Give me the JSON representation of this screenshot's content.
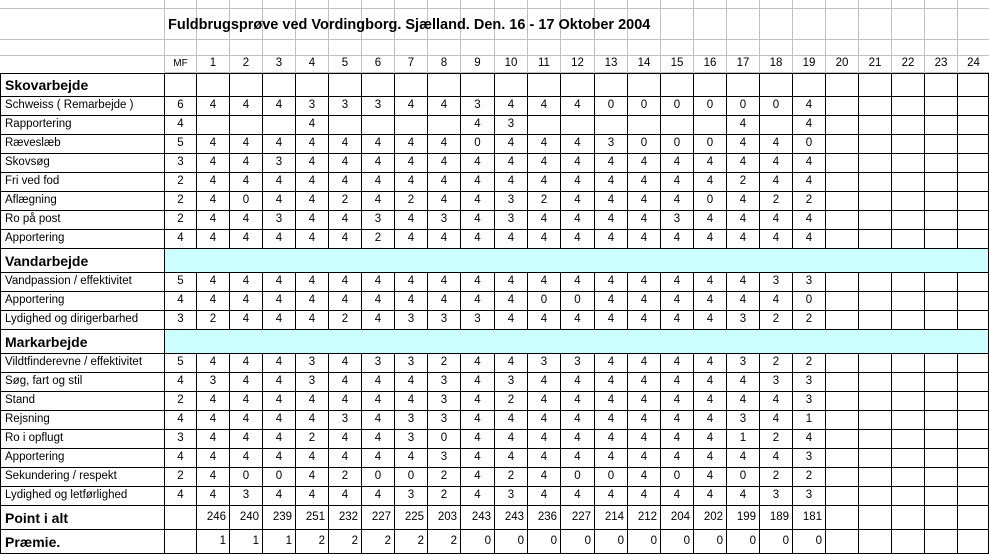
{
  "title": "Fuldbrugsprøve ved Vordingborg. Sjælland. Den. 16 - 17 Oktober 2004",
  "columns": [
    "MF",
    "1",
    "2",
    "3",
    "4",
    "5",
    "6",
    "7",
    "8",
    "9",
    "10",
    "11",
    "12",
    "13",
    "14",
    "15",
    "16",
    "17",
    "18",
    "19",
    "20",
    "21",
    "22",
    "23",
    "24"
  ],
  "sections": [
    {
      "name": "Skovarbejde",
      "rows": [
        {
          "label": "Schweiss ( Remarbejde )",
          "values": [
            "6",
            "4",
            "4",
            "4",
            "3",
            "3",
            "3",
            "4",
            "4",
            "3",
            "4",
            "4",
            "4",
            "0",
            "0",
            "0",
            "0",
            "0",
            "0",
            "4"
          ]
        },
        {
          "label": "Rapportering",
          "values": [
            "4",
            "",
            "",
            "",
            "4",
            "",
            "",
            "",
            "",
            "4",
            "3",
            "",
            "",
            "",
            "",
            "",
            "",
            "4",
            "",
            "4"
          ]
        },
        {
          "label": "Ræveslæb",
          "values": [
            "5",
            "4",
            "4",
            "4",
            "4",
            "4",
            "4",
            "4",
            "4",
            "0",
            "4",
            "4",
            "4",
            "3",
            "0",
            "0",
            "0",
            "4",
            "4",
            "0"
          ]
        },
        {
          "label": "Skovsøg",
          "values": [
            "3",
            "4",
            "4",
            "3",
            "4",
            "4",
            "4",
            "4",
            "4",
            "4",
            "4",
            "4",
            "4",
            "4",
            "4",
            "4",
            "4",
            "4",
            "4",
            "4"
          ]
        },
        {
          "label": "Fri ved fod",
          "values": [
            "2",
            "4",
            "4",
            "4",
            "4",
            "4",
            "4",
            "4",
            "4",
            "4",
            "4",
            "4",
            "4",
            "4",
            "4",
            "4",
            "4",
            "2",
            "4",
            "4"
          ]
        },
        {
          "label": "Aflægning",
          "values": [
            "2",
            "4",
            "0",
            "4",
            "4",
            "2",
            "4",
            "2",
            "4",
            "4",
            "3",
            "2",
            "4",
            "4",
            "4",
            "4",
            "0",
            "4",
            "2",
            "2"
          ]
        },
        {
          "label": "Ro på post",
          "values": [
            "2",
            "4",
            "4",
            "3",
            "4",
            "4",
            "3",
            "4",
            "3",
            "4",
            "3",
            "4",
            "4",
            "4",
            "4",
            "3",
            "4",
            "4",
            "4",
            "4"
          ]
        },
        {
          "label": "Apportering",
          "values": [
            "4",
            "4",
            "4",
            "4",
            "4",
            "4",
            "2",
            "4",
            "4",
            "4",
            "4",
            "4",
            "4",
            "4",
            "4",
            "4",
            "4",
            "4",
            "4",
            "4"
          ]
        }
      ]
    },
    {
      "name": "Vandarbejde",
      "rows": [
        {
          "label": "Vandpassion / effektivitet",
          "values": [
            "5",
            "4",
            "4",
            "4",
            "4",
            "4",
            "4",
            "4",
            "4",
            "4",
            "4",
            "4",
            "4",
            "4",
            "4",
            "4",
            "4",
            "4",
            "3",
            "3"
          ]
        },
        {
          "label": "Apportering",
          "values": [
            "4",
            "4",
            "4",
            "4",
            "4",
            "4",
            "4",
            "4",
            "4",
            "4",
            "4",
            "0",
            "0",
            "4",
            "4",
            "4",
            "4",
            "4",
            "4",
            "0"
          ]
        },
        {
          "label": "Lydighed og dirigerbarhed",
          "values": [
            "3",
            "2",
            "4",
            "4",
            "4",
            "2",
            "4",
            "3",
            "3",
            "3",
            "4",
            "4",
            "4",
            "4",
            "4",
            "4",
            "4",
            "3",
            "2",
            "2"
          ]
        }
      ]
    },
    {
      "name": "Markarbejde",
      "rows": [
        {
          "label": "Vildtfinderevne / effektivitet",
          "values": [
            "5",
            "4",
            "4",
            "4",
            "3",
            "4",
            "3",
            "3",
            "2",
            "4",
            "4",
            "3",
            "3",
            "4",
            "4",
            "4",
            "4",
            "3",
            "2",
            "2"
          ]
        },
        {
          "label": "Søg, fart og stil",
          "values": [
            "4",
            "3",
            "4",
            "4",
            "3",
            "4",
            "4",
            "4",
            "3",
            "4",
            "3",
            "4",
            "4",
            "4",
            "4",
            "4",
            "4",
            "4",
            "3",
            "3"
          ]
        },
        {
          "label": "Stand",
          "values": [
            "2",
            "4",
            "4",
            "4",
            "4",
            "4",
            "4",
            "4",
            "3",
            "4",
            "2",
            "4",
            "4",
            "4",
            "4",
            "4",
            "4",
            "4",
            "4",
            "3"
          ]
        },
        {
          "label": "Rejsning",
          "values": [
            "4",
            "4",
            "4",
            "4",
            "4",
            "3",
            "4",
            "3",
            "3",
            "4",
            "4",
            "4",
            "4",
            "4",
            "4",
            "4",
            "4",
            "3",
            "4",
            "1"
          ]
        },
        {
          "label": "Ro i opflugt",
          "values": [
            "3",
            "4",
            "4",
            "4",
            "2",
            "4",
            "4",
            "3",
            "0",
            "4",
            "4",
            "4",
            "4",
            "4",
            "4",
            "4",
            "4",
            "1",
            "2",
            "4"
          ]
        },
        {
          "label": "Apportering",
          "values": [
            "4",
            "4",
            "4",
            "4",
            "4",
            "4",
            "4",
            "4",
            "3",
            "4",
            "4",
            "4",
            "4",
            "4",
            "4",
            "4",
            "4",
            "4",
            "4",
            "3"
          ]
        },
        {
          "label": "Sekundering / respekt",
          "values": [
            "2",
            "4",
            "0",
            "0",
            "4",
            "2",
            "0",
            "0",
            "2",
            "4",
            "2",
            "4",
            "0",
            "0",
            "4",
            "0",
            "4",
            "0",
            "2",
            "2"
          ]
        },
        {
          "label": "Lydighed og letførlighed",
          "values": [
            "4",
            "4",
            "3",
            "4",
            "4",
            "4",
            "4",
            "3",
            "2",
            "4",
            "3",
            "4",
            "4",
            "4",
            "4",
            "4",
            "4",
            "4",
            "3",
            "3"
          ]
        }
      ]
    }
  ],
  "totals": {
    "label": "Point i alt",
    "values": [
      "",
      "246",
      "240",
      "239",
      "251",
      "232",
      "227",
      "225",
      "203",
      "243",
      "243",
      "236",
      "227",
      "214",
      "212",
      "204",
      "202",
      "199",
      "189",
      "181"
    ]
  },
  "prizes": {
    "label": "Præmie.",
    "values": [
      "",
      "1",
      "1",
      "1",
      "2",
      "2",
      "2",
      "2",
      "2",
      "0",
      "0",
      "0",
      "0",
      "0",
      "0",
      "0",
      "0",
      "0",
      "0",
      "0"
    ]
  }
}
